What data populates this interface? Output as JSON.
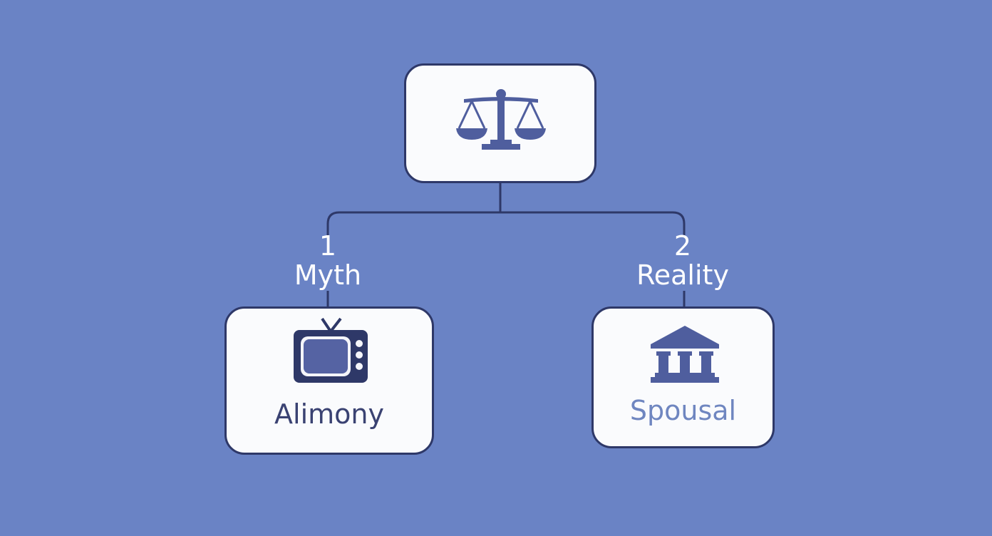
{
  "root": {
    "icon": "scales-of-justice-icon"
  },
  "branches": [
    {
      "number": "1",
      "label": "Myth",
      "icon": "television-icon",
      "term": "Alimony",
      "term_color": "#3a4272"
    },
    {
      "number": "2",
      "label": "Reality",
      "icon": "courthouse-icon",
      "term": "Spousal",
      "term_color": "#6f86c0"
    }
  ],
  "colors": {
    "background": "#6a83c5",
    "border": "#2e3868",
    "icon": "#4f5e9e"
  }
}
